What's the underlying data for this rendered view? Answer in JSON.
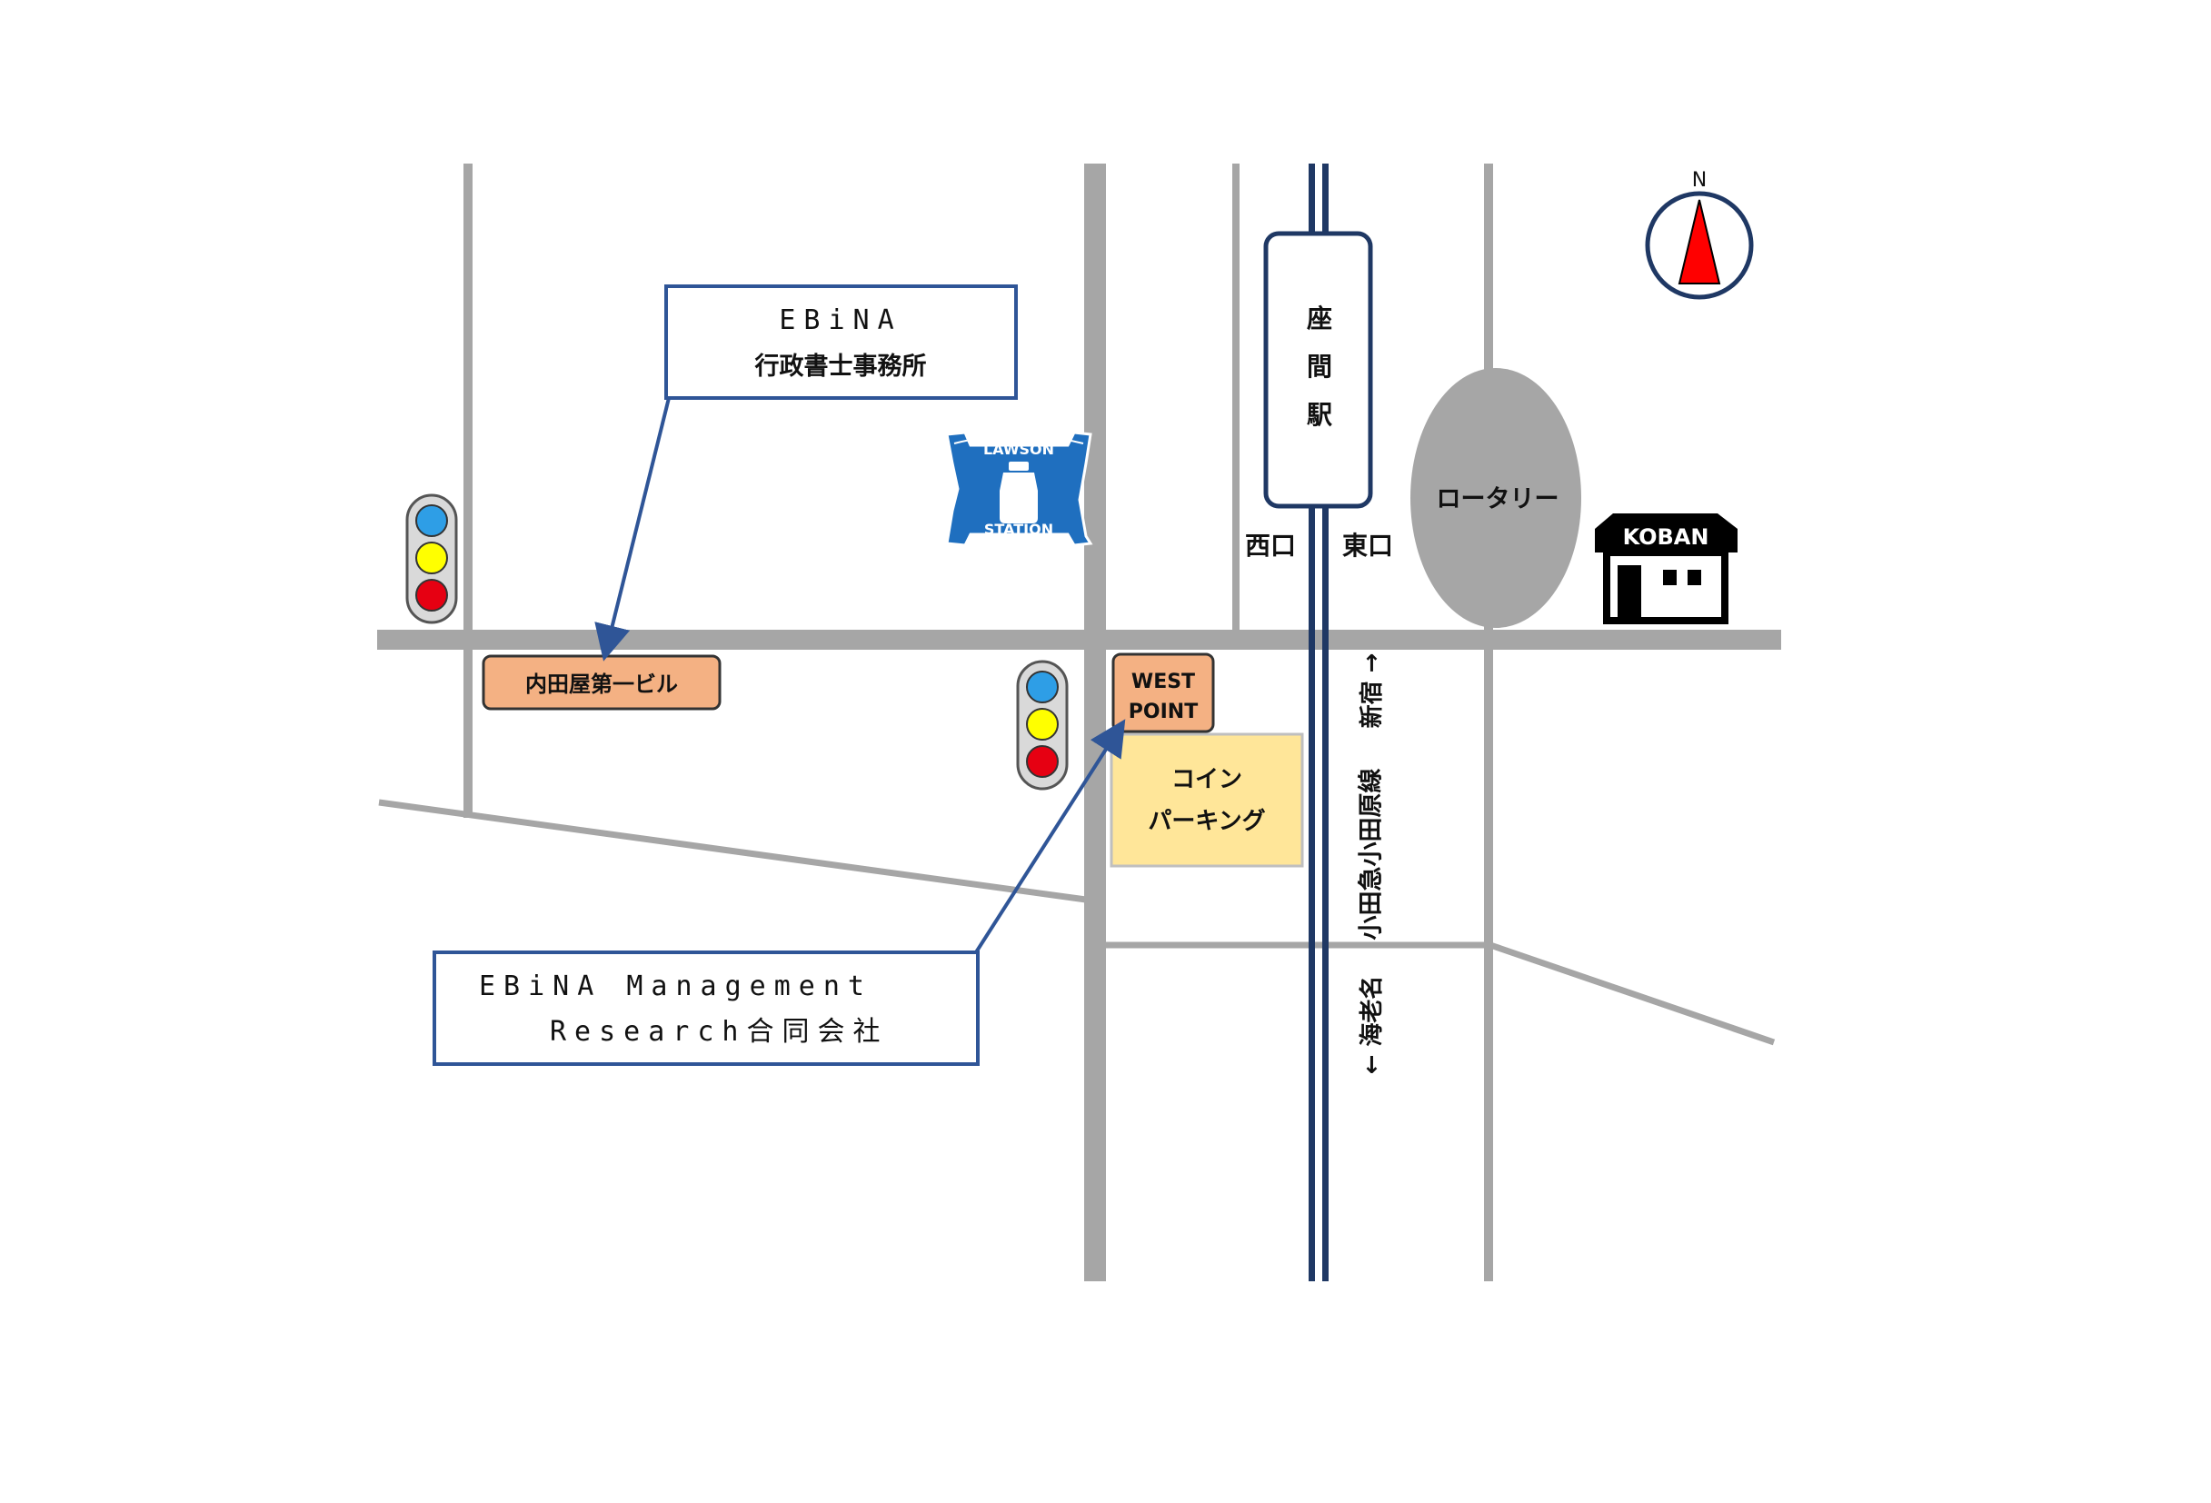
{
  "office_box": {
    "line1": "EBiNA",
    "line2": "行政書士事務所"
  },
  "company_box": {
    "line1": "EBiNA Management",
    "line2": "Research合同会社"
  },
  "building_uchidaya": "内田屋第一ビル",
  "building_westpoint": {
    "line1": "WEST",
    "line2": "POINT"
  },
  "coin_parking": {
    "line1": "コイン",
    "line2": "パーキング"
  },
  "station": {
    "chars": [
      "座",
      "間",
      "駅"
    ]
  },
  "exits": {
    "west": "西口",
    "east": "東口"
  },
  "rotary": "ロータリー",
  "koban": "KOBAN",
  "compass": "N",
  "line_labels": {
    "shinjuku": "新宿",
    "line_name": "小田急小田原線",
    "ebina": "海老名"
  },
  "lawson": {
    "top": "LAWSON",
    "bottom": "STATION"
  },
  "colors": {
    "road": "#a6a6a6",
    "rail": "#1f3864",
    "callout_border": "#2f5597",
    "building": "#f4b183",
    "parking": "#ffe699",
    "lawson": "#1f6fbf",
    "signal_blue": "#2e9ee6",
    "signal_yellow": "#ffff00",
    "signal_red": "#e60012",
    "compass_red": "#ff0000"
  }
}
